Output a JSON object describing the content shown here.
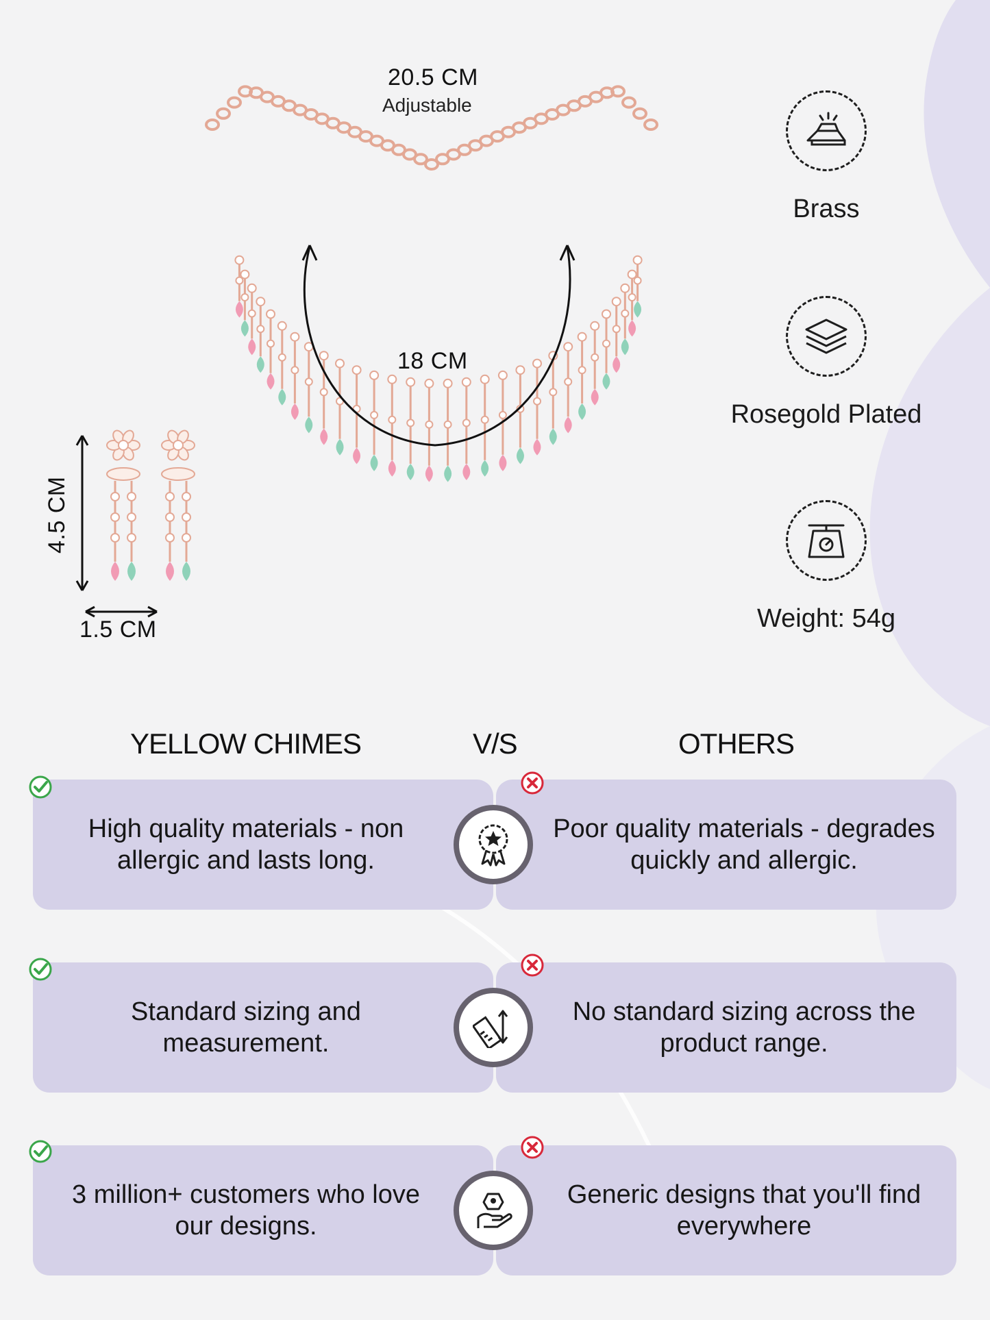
{
  "dimensions": {
    "chain_length": "20.5 CM",
    "chain_note": "Adjustable",
    "necklace_length": "18 CM",
    "earring_height": "4.5 CM",
    "earring_width": "1.5 CM"
  },
  "features": [
    {
      "icon": "gold-bars-icon",
      "label": "Brass"
    },
    {
      "icon": "layers-icon",
      "label": "Rosegold Plated"
    },
    {
      "icon": "weighing-scale-icon",
      "label": "Weight: 54g"
    }
  ],
  "comparison": {
    "left_header": "YELLOW CHIMES",
    "vs_label": "V/S",
    "right_header": "OTHERS",
    "rows": [
      {
        "icon": "quality-badge-icon",
        "left": "High quality materials - non allergic and lasts long.",
        "right": "Poor quality materials - degrades quickly and allergic."
      },
      {
        "icon": "ruler-icon",
        "left": "Standard sizing and measurement.",
        "right": "No standard sizing across the product range."
      },
      {
        "icon": "customer-hand-icon",
        "left": "3 million+ customers who love our designs.",
        "right": "Generic designs that you'll find everywhere"
      }
    ]
  },
  "colors": {
    "card": "#d5d1e8",
    "hub_border": "#67626e",
    "check": "#3aa64a",
    "cross": "#d8283a",
    "rose_gold": "#e3a895",
    "pink_stone": "#f19bb4",
    "mint_stone": "#8fd2b9"
  }
}
